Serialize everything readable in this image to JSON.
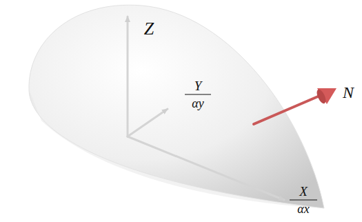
{
  "diagram": {
    "labels": [
      "Z",
      "Y",
      "αy",
      "X",
      "αx",
      "N"
    ]
  }
}
